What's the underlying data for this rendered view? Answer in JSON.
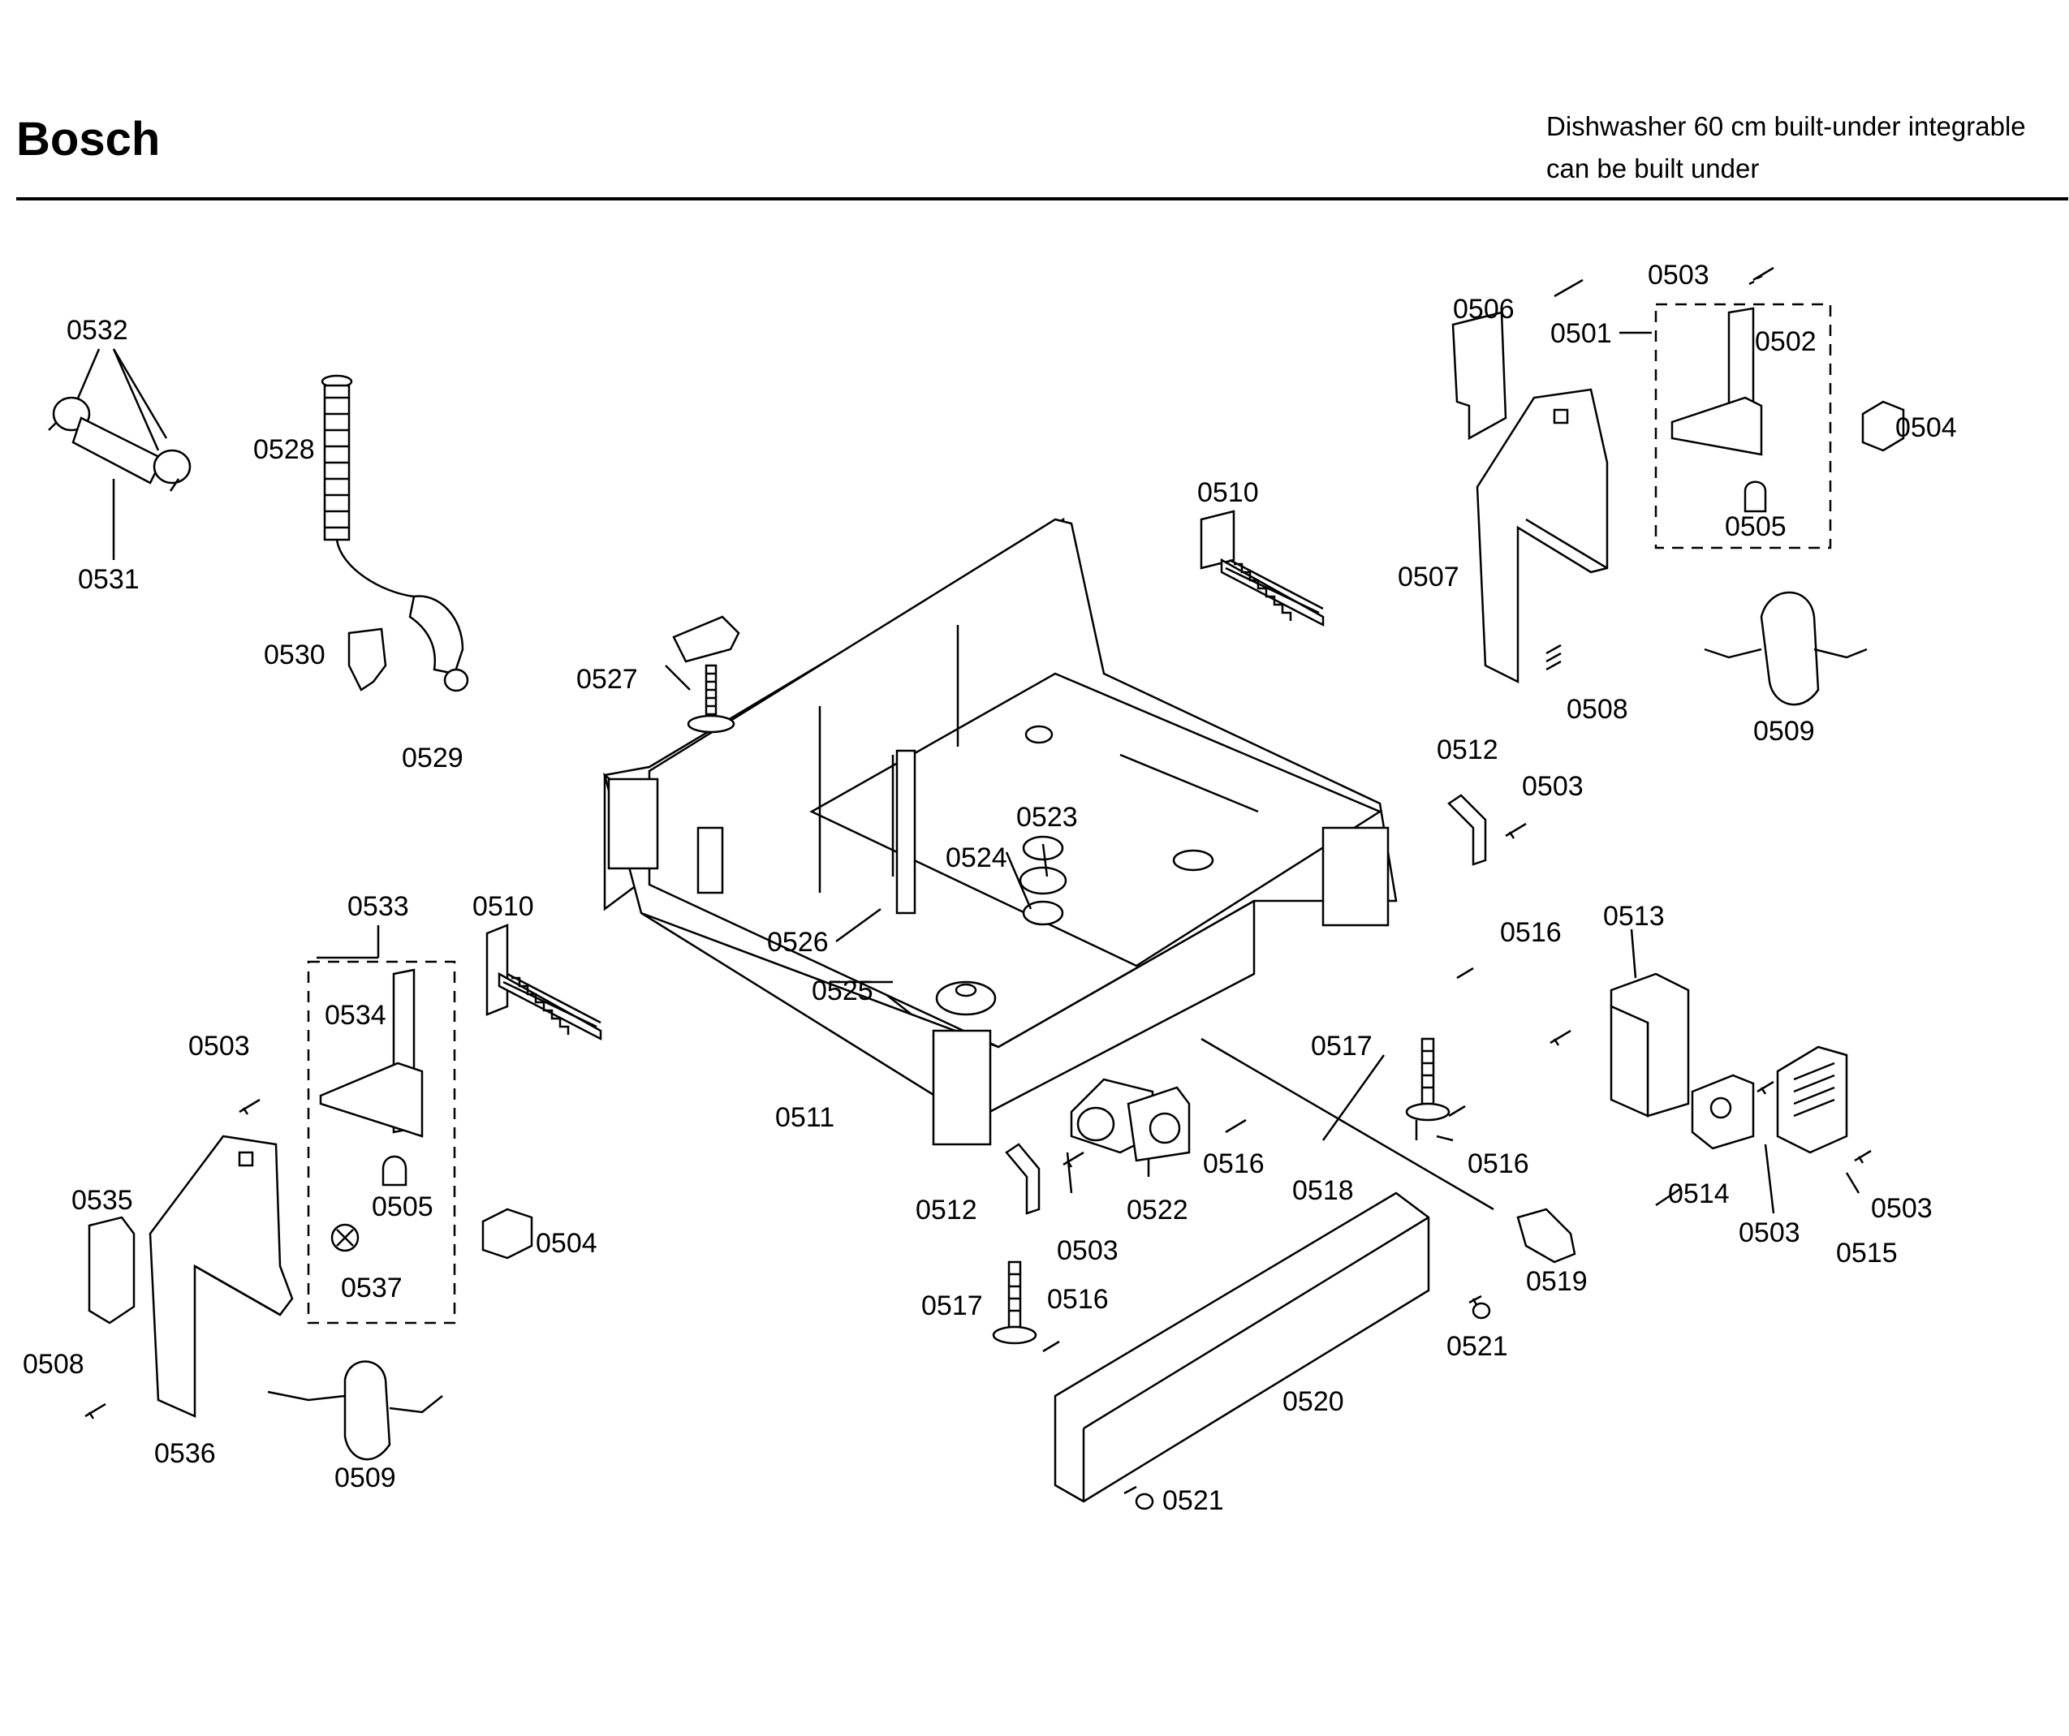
{
  "header": {
    "brand": "Bosch",
    "model_line1": "Dishwasher 60 cm built-under integrable",
    "model_line2": "can be built under"
  },
  "part_numbers": [
    "0501",
    "0502",
    "0503",
    "0504",
    "0505",
    "0506",
    "0507",
    "0508",
    "0509",
    "0510",
    "0511",
    "0512",
    "0513",
    "0514",
    "0515",
    "0516",
    "0517",
    "0518",
    "0519",
    "0520",
    "0521",
    "0522",
    "0523",
    "0524",
    "0525",
    "0526",
    "0527",
    "0528",
    "0529",
    "0530",
    "0531",
    "0532",
    "0533",
    "0534",
    "0535",
    "0536",
    "0537"
  ],
  "labels": {
    "p0501": "0501",
    "p0502": "0502",
    "p0503": "0503",
    "p0504": "0504",
    "p0505": "0505",
    "p0506": "0506",
    "p0507": "0507",
    "p0508": "0508",
    "p0509": "0509",
    "p0510": "0510",
    "p0511": "0511",
    "p0512": "0512",
    "p0513": "0513",
    "p0514": "0514",
    "p0515": "0515",
    "p0516": "0516",
    "p0517": "0517",
    "p0518": "0518",
    "p0519": "0519",
    "p0520": "0520",
    "p0521": "0521",
    "p0522": "0522",
    "p0523": "0523",
    "p0524": "0524",
    "p0525": "0525",
    "p0526": "0526",
    "p0527": "0527",
    "p0528": "0528",
    "p0529": "0529",
    "p0530": "0530",
    "p0531": "0531",
    "p0532": "0532",
    "p0533": "0533",
    "p0534": "0534",
    "p0535": "0535",
    "p0536": "0536",
    "p0537": "0537"
  }
}
